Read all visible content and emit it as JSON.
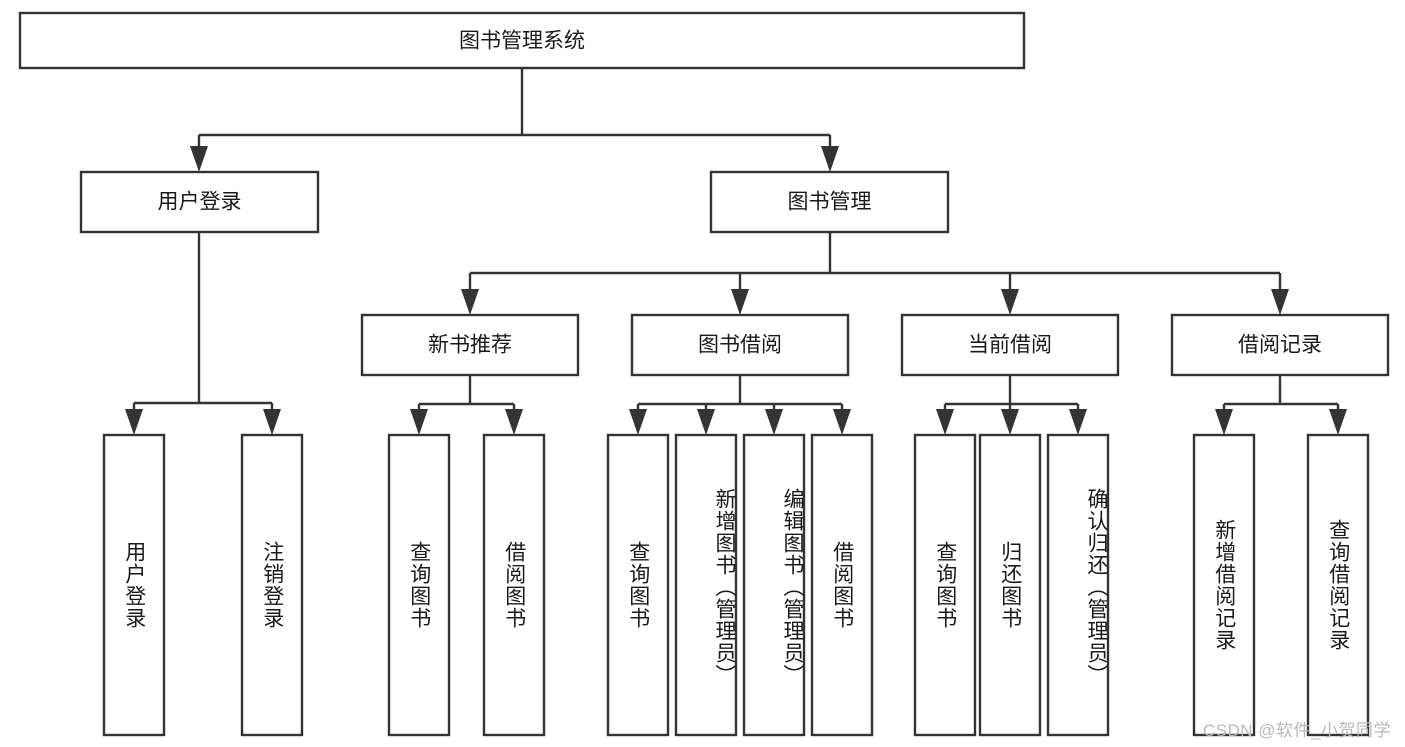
{
  "diagram": {
    "type": "tree",
    "title": "图书管理系统",
    "orientation": "top-down",
    "colors": {
      "background": "#ffffff",
      "box_fill": "#ffffff",
      "box_stroke": "#333333",
      "text": "#1a1a1a",
      "watermark": "#b9b9b9"
    },
    "root": {
      "label": "图书管理系统"
    },
    "level1": [
      {
        "label": "用户登录"
      },
      {
        "label": "图书管理"
      }
    ],
    "level2": [
      {
        "label": "新书推荐"
      },
      {
        "label": "图书借阅"
      },
      {
        "label": "当前借阅"
      },
      {
        "label": "借阅记录"
      }
    ],
    "leaves": {
      "user_login": [
        {
          "label": "用户登录"
        },
        {
          "label": "注销登录"
        }
      ],
      "new_book_recommend": [
        {
          "label": "查询图书"
        },
        {
          "label": "借阅图书"
        }
      ],
      "book_borrow": [
        {
          "label": "查询图书"
        },
        {
          "label": "新增图书（管理员）"
        },
        {
          "label": "编辑图书（管理员）"
        },
        {
          "label": "借阅图书"
        }
      ],
      "current_borrow": [
        {
          "label": "查询图书"
        },
        {
          "label": "归还图书"
        },
        {
          "label": "确认归还（管理员）"
        }
      ],
      "borrow_record": [
        {
          "label": "新增借阅记录"
        },
        {
          "label": "查询借阅记录"
        }
      ]
    }
  },
  "watermark": {
    "text": "CSDN @软件_小贺同学"
  }
}
